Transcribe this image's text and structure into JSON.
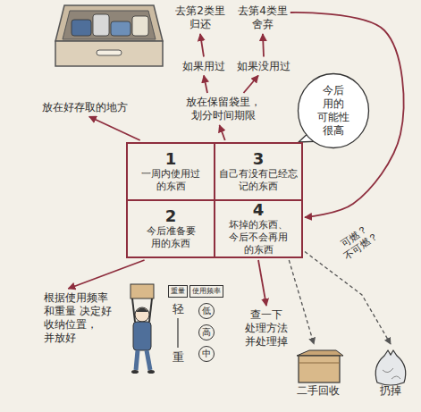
{
  "diagram": {
    "nodes": [
      {
        "text": [
          "去第2类里",
          "归还"
        ]
      },
      {
        "text": [
          "去第4类里",
          "舍弃"
        ]
      },
      {
        "text": [
          "如果用过"
        ]
      },
      {
        "text": [
          "如果没用过"
        ]
      },
      {
        "text": [
          "放在好存取的地方"
        ]
      },
      {
        "text": [
          "放在保留袋里， 划分时间期限"
        ]
      },
      {
        "text": [
          "今后 用的 可能性 很高"
        ]
      },
      {
        "text": [
          "1",
          "一周内使用过 的东西"
        ]
      },
      {
        "text": [
          "3",
          "自己有没有已经忘 记的东西"
        ]
      },
      {
        "text": [
          "2",
          "今后准备要 用的东西"
        ]
      },
      {
        "text": [
          "4",
          "坏掉的东西、 今后不会再用 的东西"
        ]
      },
      {
        "text": [
          "根据使用频率 和重量 决定好 收纳位置， 并放好"
        ]
      },
      {
        "text": [
          "查一下 处理方法 并处理掉"
        ]
      },
      {
        "text": [
          "二手回收"
        ]
      },
      {
        "text": [
          "扔掉"
        ]
      }
    ],
    "edges": [
      {
        "from": 7,
        "to": 4,
        "arrow": "to"
      },
      {
        "from": 8,
        "to": 5,
        "arrow": "to"
      },
      {
        "from": 5,
        "to": 2,
        "arrow": "to"
      },
      {
        "from": 5,
        "to": 3,
        "arrow": "to"
      },
      {
        "from": 2,
        "to": 0,
        "arrow": "to"
      },
      {
        "from": 3,
        "to": 1,
        "arrow": "to"
      },
      {
        "from": 1,
        "to": 10,
        "arrow": "to"
      },
      {
        "from": 9,
        "to": 11,
        "arrow": "to"
      },
      {
        "from": 10,
        "to": 12,
        "arrow": "to"
      },
      {
        "from": 10,
        "to": 13,
        "arrow": "to"
      },
      {
        "from": 10,
        "to": 14,
        "arrow": "to"
      }
    ],
    "labels": [
      "可燃？ 不可燃？",
      "重量",
      "使用频率",
      "轻",
      "低",
      "高",
      "重",
      "中"
    ]
  }
}
